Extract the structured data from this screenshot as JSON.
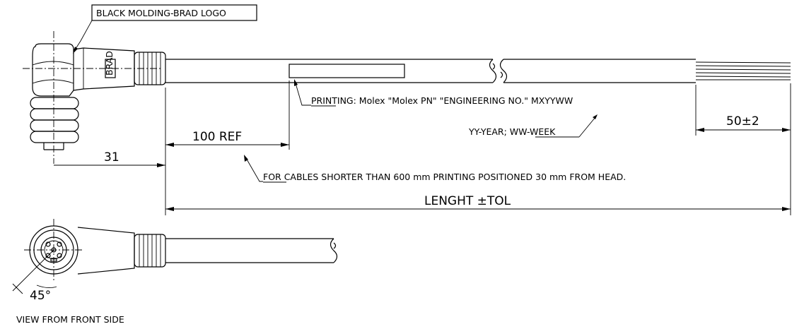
{
  "labels": {
    "logo_note": "BLACK MOLDING-BRAD LOGO",
    "printing_note": "PRINTING: Molex \"Molex PN\" \"ENGINEERING NO.\" MXYYWW",
    "year_week_note": "YY-YEAR; WW-WEEK",
    "short_cable_note": "FOR CABLES SHORTER THAN 600 mm PRINTING POSITIONED 30 mm FROM HEAD.",
    "front_view_note": "VIEW FROM FRONT SIDE",
    "logo_mark": "BRAD"
  },
  "dimensions": {
    "head_length": "31",
    "print_offset": "100 REF",
    "strip_length": "50±2",
    "total_length": "LENGHT ±TOL",
    "angle": "45°"
  }
}
